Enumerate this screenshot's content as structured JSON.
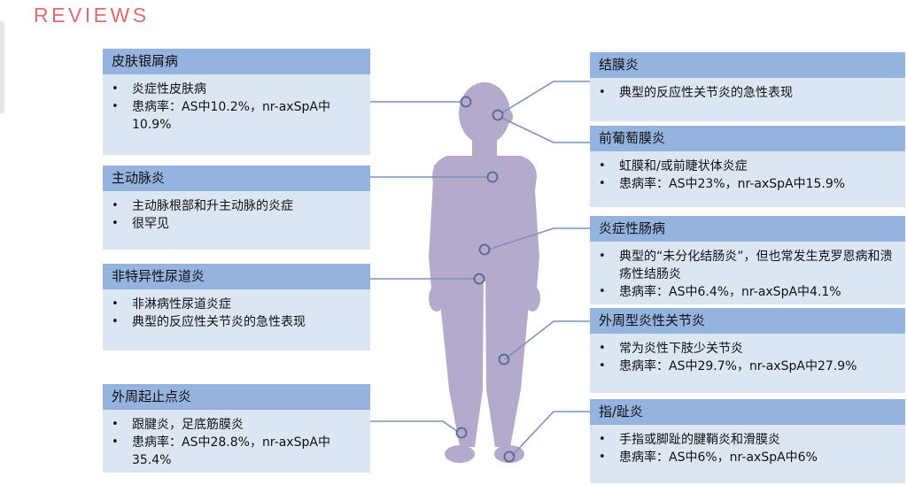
{
  "header": {
    "label": "REVIEWS"
  },
  "colors": {
    "card_title_bg": "#95b3df",
    "card_body_bg": "#dce6f2",
    "body_silhouette": "#b5aacb",
    "connector": "#7a93b8",
    "header_text": "#e26b6b"
  },
  "cards": [
    {
      "id": "psoriasis",
      "title": "皮肤银屑病",
      "items": [
        "炎症性皮肤病",
        "患病率：AS中10.2%，nr-axSpA中10.9%"
      ]
    },
    {
      "id": "aortitis",
      "title": "主动脉炎",
      "items": [
        "主动脉根部和升主动脉的炎症",
        "很罕见"
      ]
    },
    {
      "id": "urethritis",
      "title": "非特异性尿道炎",
      "items": [
        "非淋病性尿道炎症",
        "典型的反应性关节炎的急性表现"
      ]
    },
    {
      "id": "enthesitis",
      "title": "外周起止点炎",
      "items": [
        "跟腱炎，足底筋膜炎",
        "患病率：AS中28.8%，nr-axSpA中35.4%"
      ]
    },
    {
      "id": "conjunctivitis",
      "title": "结膜炎",
      "items": [
        "典型的反应性关节炎的急性表现"
      ]
    },
    {
      "id": "uveitis",
      "title": "前葡萄膜炎",
      "items": [
        "虹膜和/或前睫状体炎症",
        "患病率：AS中23%，nr-axSpA中15.9%"
      ]
    },
    {
      "id": "ibd",
      "title": "炎症性肠病",
      "items": [
        "典型的“未分化结肠炎”，但也常发生克罗恩病和溃疡性结肠炎",
        "患病率：AS中6.4%，nr-axSpA中4.1%"
      ]
    },
    {
      "id": "arthritis",
      "title": "外周型炎性关节炎",
      "items": [
        "常为炎性下肢少关节炎",
        "患病率：AS中29.7%，nr-axSpA中27.9%"
      ]
    },
    {
      "id": "dactylitis",
      "title": "指/趾炎",
      "items": [
        "手指或脚趾的腱鞘炎和滑膜炎",
        "患病率：AS中6%，nr-axSpA中6%"
      ]
    }
  ]
}
